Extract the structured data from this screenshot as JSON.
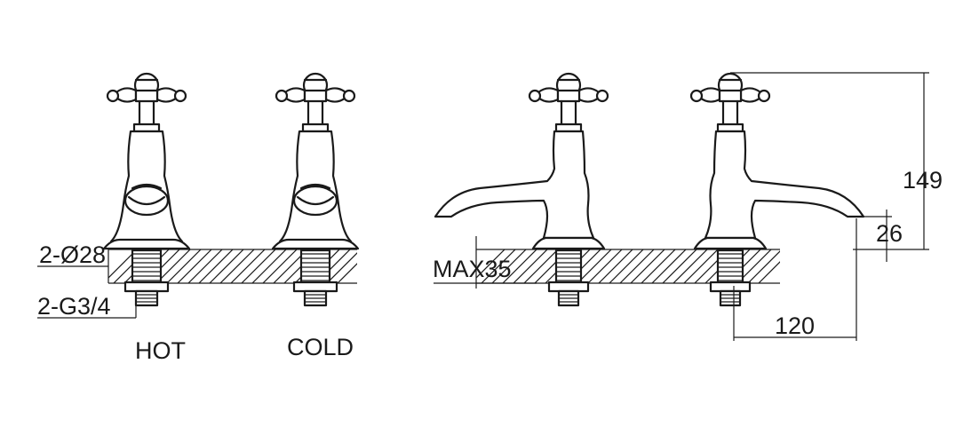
{
  "labels": {
    "hole_diameter": "2-Ø28",
    "thread": "2-G3/4",
    "hot": "HOT",
    "cold": "COLD",
    "max_thickness": "MAX35",
    "height": "149",
    "spout_height": "26",
    "reach": "120"
  },
  "colors": {
    "line": "#1a1a1a",
    "background": "#ffffff"
  }
}
